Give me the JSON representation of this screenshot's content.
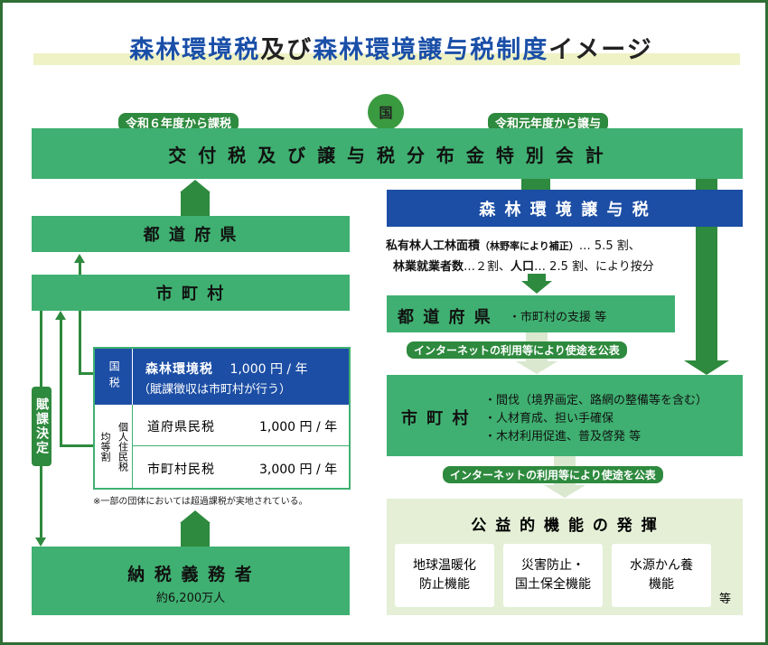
{
  "title": {
    "part1": "森林環境税",
    "part2": "及び",
    "part3": "森林環境譲与税制度",
    "part4": "イメージ"
  },
  "national": {
    "badge": "国",
    "left_label": "令和６年度から課税",
    "right_label": "令和元年度から譲与",
    "account_name": "交 付 税 及 び 譲 与 税 分 布 金 特 別 会 計"
  },
  "left": {
    "prefecture": "都 道 府 県",
    "municipality": "市 町 村",
    "side_label": "賦課決定",
    "tax_table": {
      "national_tax_label": "国税",
      "forest_tax_name": "森林環境税",
      "forest_tax_amount": "1,000 円 / 年",
      "forest_tax_note": "（賦課徴収は市町村が行う）",
      "equal_label_a": "均等割",
      "equal_label_b": "個人住民税",
      "pref_tax_name": "道府県民税",
      "pref_tax_amount": "1,000 円 / 年",
      "muni_tax_name": "市町村民税",
      "muni_tax_amount": "3,000 円 / 年"
    },
    "footnote": "※一部の団体においては超過課税が実地されている。",
    "taxpayers": "納 税 義 務 者",
    "taxpayers_count": "約6,200万人"
  },
  "right": {
    "transfer_tax": "森 林 環 境 譲 与 税",
    "criteria_line1_a": "私有林人工林面積",
    "criteria_line1_b": "（林野率により補正）",
    "criteria_line1_c": "… 5.5 割、",
    "criteria_line2_a": "林業就業者数",
    "criteria_line2_b": "…２割、",
    "criteria_line2_c": "人口",
    "criteria_line2_d": "… 2.5 割、により按分",
    "prefecture": "都 道 府 県",
    "prefecture_use": "・市町村の支援 等",
    "public_notice_1": "インターネットの利用等により使途を公表",
    "municipality": "市 町 村",
    "municipality_uses": [
      "・間伐（境界画定、路網の整備等を含む）",
      "・人材育成、担い手確保",
      "・木材利用促進、普及啓発 等"
    ],
    "public_notice_2": "インターネットの利用等により使途を公表",
    "benefit_title": "公 益 的 機 能 の 発 揮",
    "benefit_items": [
      {
        "line1": "地球温暖化",
        "line2": "防止機能"
      },
      {
        "line1": "災害防止・",
        "line2": "国土保全機能"
      },
      {
        "line1": "水源かん養",
        "line2": "機能"
      }
    ],
    "benefit_etc": "等"
  },
  "colors": {
    "green": "#3fb071",
    "dark_green": "#2e8a3e",
    "blue": "#1c4ea5",
    "title_blue": "#1a4fa8",
    "pale_green": "#e4efd6",
    "title_highlight": "#eef2c4"
  }
}
